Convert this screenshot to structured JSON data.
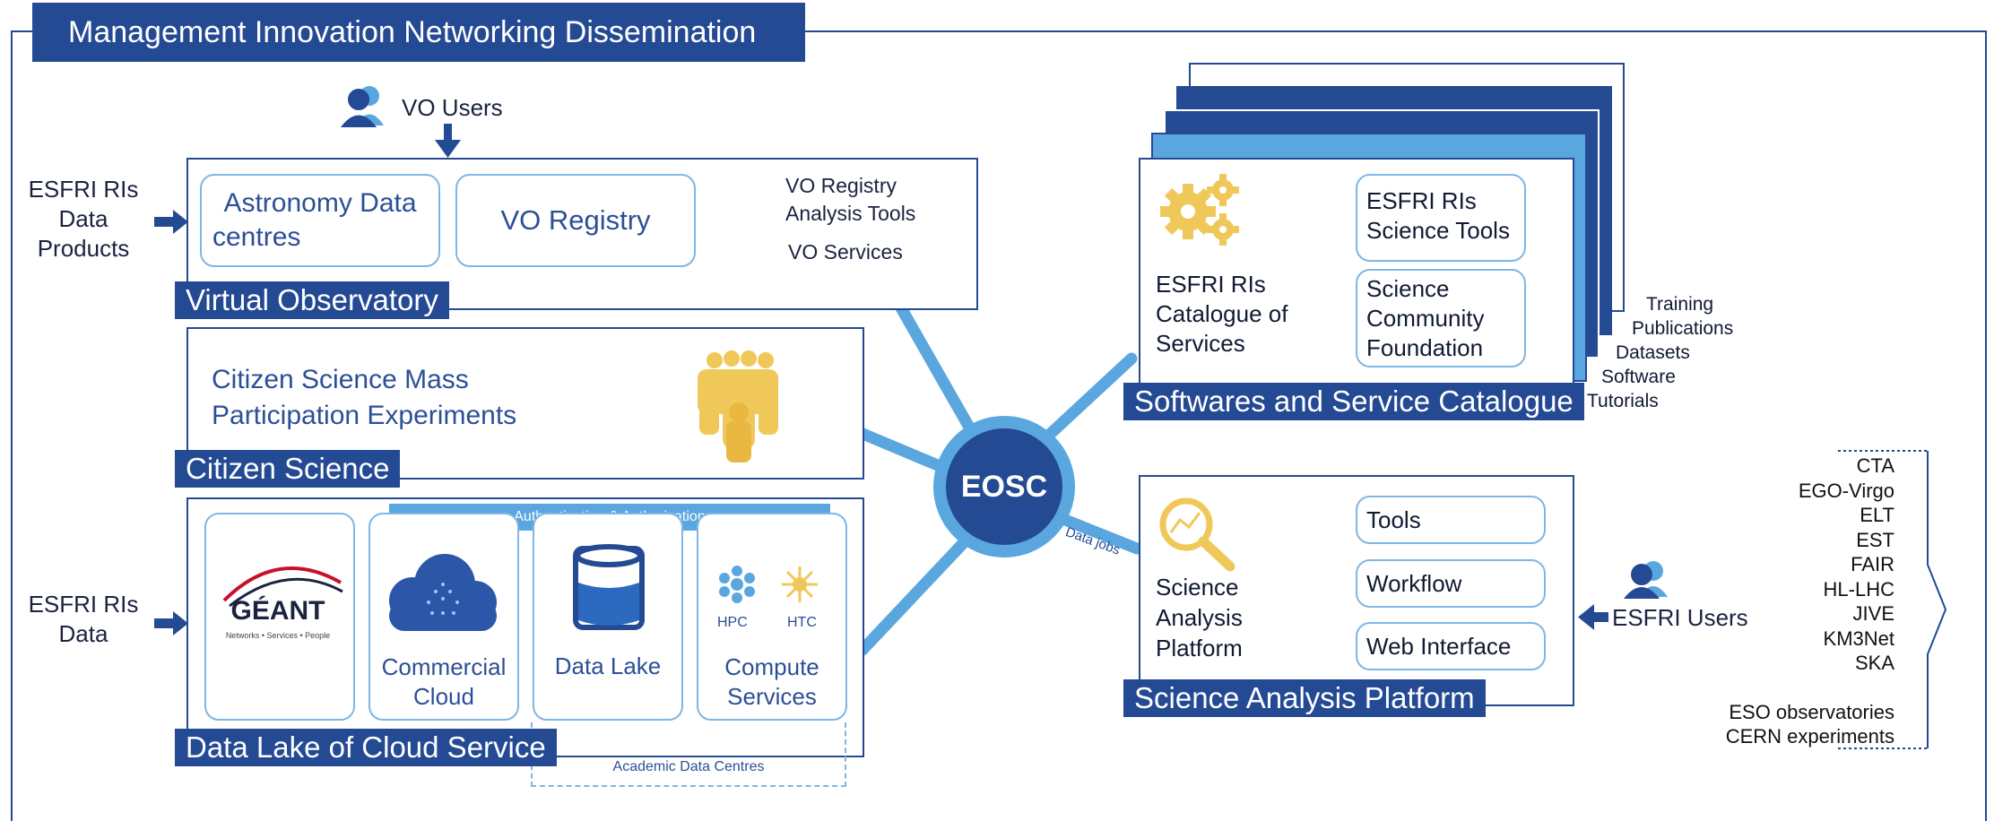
{
  "header": {
    "title": "Management Innovation Networking Dissemination"
  },
  "vo_users": {
    "label": "VO Users"
  },
  "esfri_left_top": {
    "line1": "ESFRI RIs",
    "line2": "Data",
    "line3": "Products"
  },
  "esfri_left_bottom": {
    "line1": "ESFRI RIs",
    "line2": "Data"
  },
  "virtual_observatory": {
    "tag": "Virtual Observatory",
    "astronomy_box_line1": "Astronomy Data",
    "astronomy_box_line2": "centres",
    "registry_box": "VO Registry",
    "text_line1": "VO Registry",
    "text_line2": "Analysis Tools",
    "text_line3": "VO Services"
  },
  "citizen_science": {
    "tag": "Citizen Science",
    "line1": "Citizen Science Mass",
    "line2": "Participation Experiments"
  },
  "data_lake": {
    "tag": "Data Lake of Cloud Service",
    "auth_bar": "Authentication & Authorization",
    "geant_name": "GÉANT",
    "geant_sub": "Networks • Services • People",
    "cloud_line1": "Commercial",
    "cloud_line2": "Cloud",
    "lake_label": "Data Lake",
    "hpc": "HPC",
    "htc": "HTC",
    "compute_line1": "Compute",
    "compute_line2": "Services",
    "academic": "Academic Data Centres"
  },
  "eosc": {
    "label": "EOSC",
    "data_jobs": "Data jobs"
  },
  "catalogue": {
    "tag": "Softwares and Service Catalogue",
    "left_line1": "ESFRI RIs",
    "left_line2": "Catalogue of",
    "left_line3": "Services",
    "box1_line1": "ESFRI RIs",
    "box1_line2": "Science Tools",
    "box2_line1": "Science",
    "box2_line2": "Community",
    "box2_line3": "Foundation",
    "stack_labels": [
      "Training",
      "Publications",
      "Datasets",
      "Software",
      "Tutorials"
    ]
  },
  "analysis": {
    "tag": "Science Analysis Platform",
    "left_line1": "Science",
    "left_line2": "Analysis",
    "left_line3": "Platform",
    "tools": "Tools",
    "workflow": "Workflow",
    "web": "Web Interface"
  },
  "esfri_users": {
    "label": "ESFRI Users"
  },
  "ri_list": {
    "items": [
      "CTA",
      "EGO-Virgo",
      "ELT",
      "EST",
      "FAIR",
      "HL-LHC",
      "JIVE",
      "KM3Net",
      "SKA"
    ],
    "extra": [
      "ESO observatories",
      "CERN experiments"
    ]
  },
  "colors": {
    "navy": "#244a94",
    "light_blue": "#5aa7df",
    "gold": "#f0c85a",
    "box_border": "#7fb6e3"
  }
}
